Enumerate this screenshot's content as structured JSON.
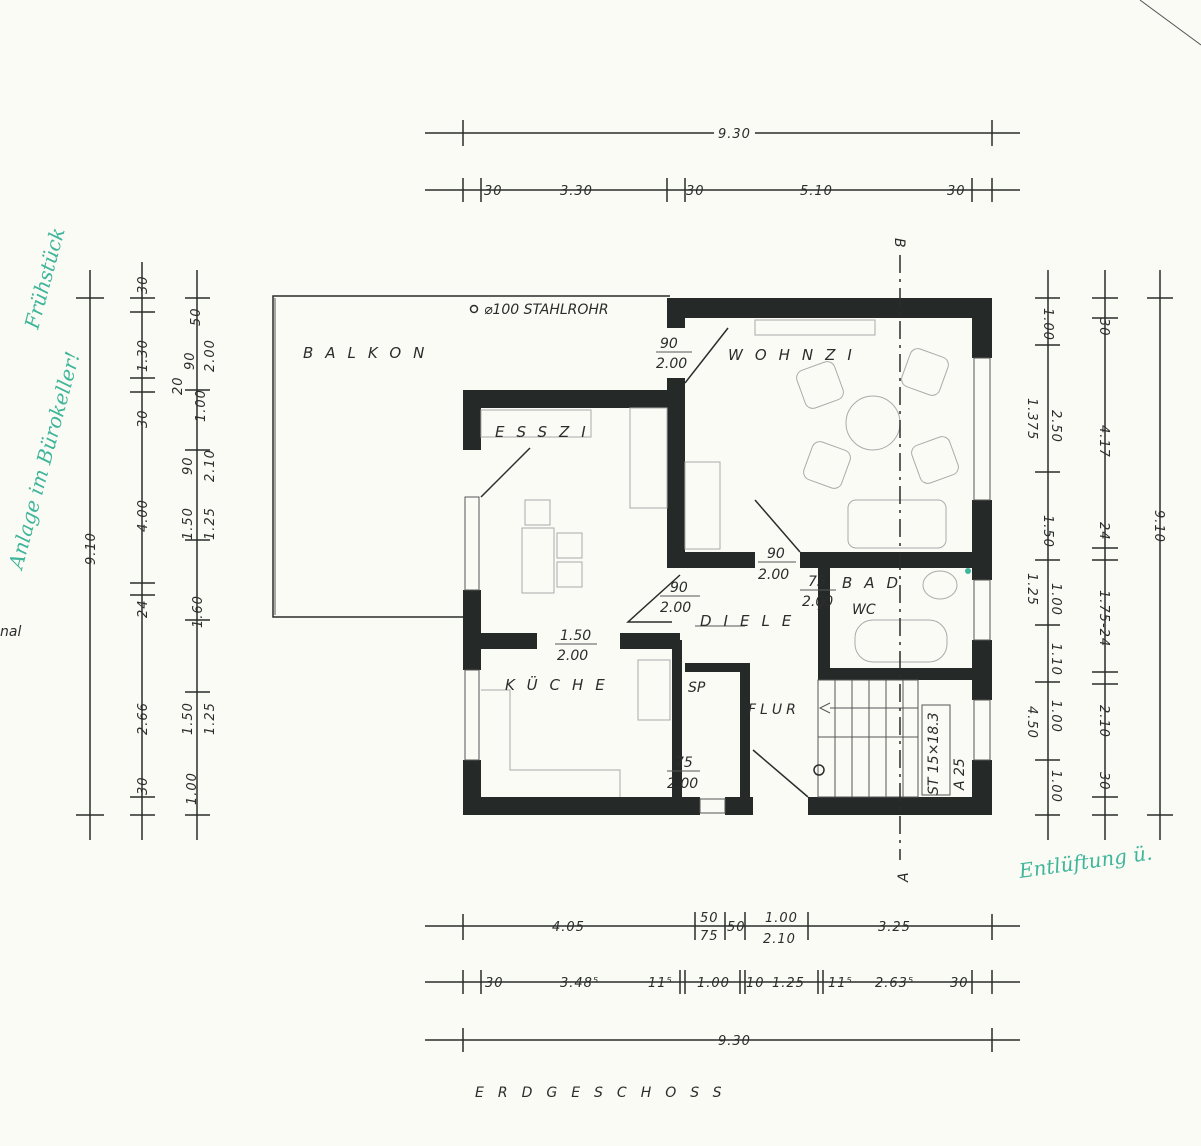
{
  "title": "ERDGESCHOSS",
  "rooms": {
    "balkon": "BALKON",
    "wohnzi": "WOHNZI",
    "esszi": "ESSZI",
    "kueche": "KÜCHE",
    "diele": "DIELE",
    "bad": "BAD",
    "wc": "WC",
    "sp": "SP",
    "flur": "FLUR"
  },
  "annotations": {
    "stahlrohr": "⌀100 STAHLROHR",
    "stair": "ST 15×18.3",
    "stair_a": "A 25",
    "section_a": "A",
    "section_b": "B",
    "side_note": "nal"
  },
  "doors": [
    {
      "width": "90",
      "height": "2.00"
    },
    {
      "width": "90",
      "height": "2.00"
    },
    {
      "width": "90",
      "height": "2.00"
    },
    {
      "width": "75",
      "height": "2.00"
    },
    {
      "width": "1.50",
      "height": "2.00"
    },
    {
      "width": "75",
      "height": "2.00"
    }
  ],
  "dims_top": [
    "9.30",
    "30",
    "3.30",
    "30",
    "5.10",
    "30"
  ],
  "dims_bottom_1": [
    "4.05",
    "50",
    "75",
    "50",
    "1.00",
    "2.10",
    "3.25"
  ],
  "dims_bottom_2": [
    "30",
    "3.48⁵",
    "11⁵",
    "1.00",
    "10",
    "1.25",
    "11⁵",
    "2.63⁵",
    "30"
  ],
  "dims_bottom_3": [
    "9.30"
  ],
  "dims_left_1": [
    "9.10"
  ],
  "dims_left_2": [
    "30",
    "1.30",
    "30",
    "4.00",
    "24",
    "2.66",
    "30"
  ],
  "dims_left_3": [
    "50",
    "2.00",
    "90",
    "20",
    "1.00",
    "90",
    "2.10",
    "1.50",
    "1.25",
    "1.60",
    "1.50",
    "1.25",
    "1.00"
  ],
  "dims_right_1": [
    "1.00",
    "1.375",
    "2.50",
    "1.50",
    "1.25",
    "1.00",
    "1.10",
    "4.50",
    "1.00",
    "1.00"
  ],
  "dims_right_2": [
    "30",
    "4.17",
    "24",
    "1.75-24",
    "2.10",
    "30"
  ],
  "dims_right_3": [
    "9.10"
  ],
  "handwriting": [
    "Frühstück",
    "Anlage im Bürokeller!",
    "Entlüftung ü."
  ],
  "colors": {
    "ink": "#252a29",
    "paper": "#fbfbf6",
    "handwriting": "#3fb59a"
  }
}
